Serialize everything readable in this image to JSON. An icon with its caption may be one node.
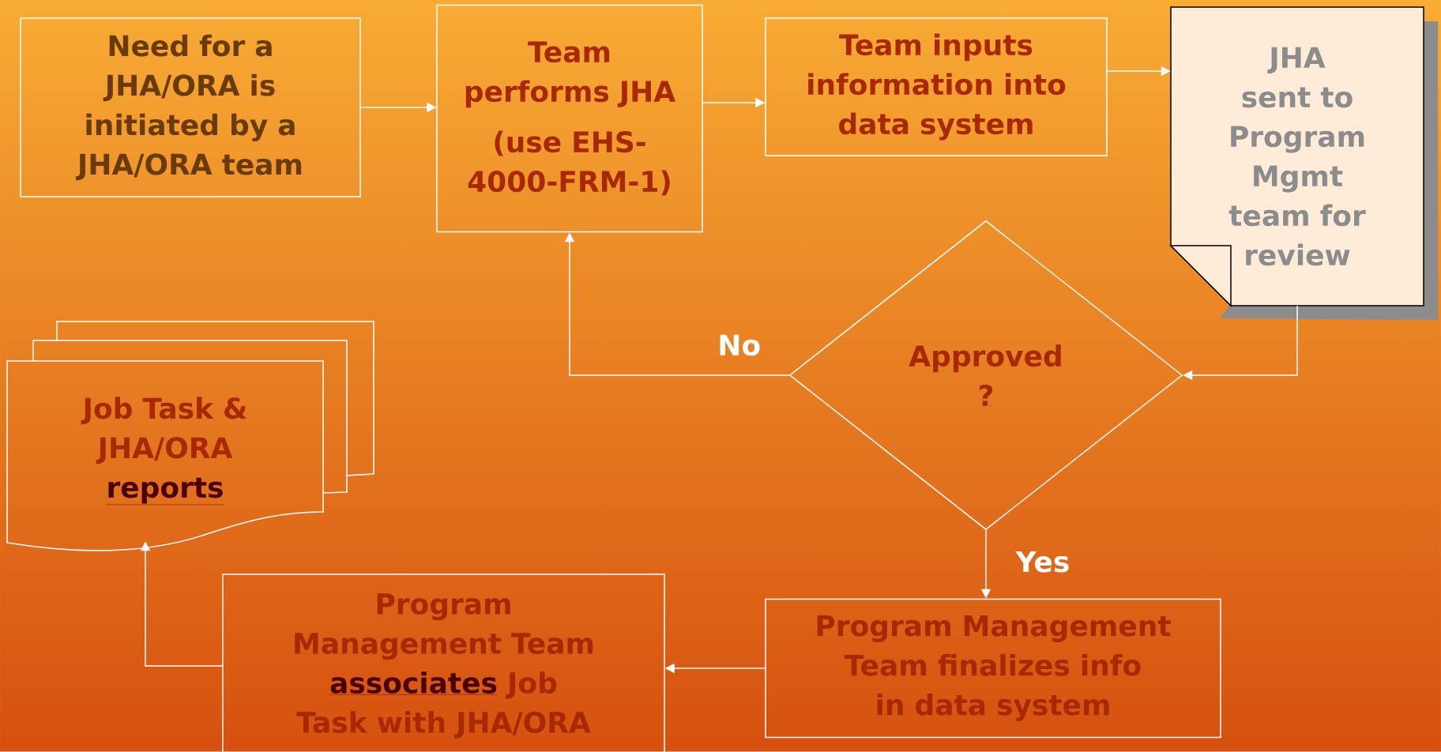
{
  "diagram": {
    "nodes": [
      {
        "text": [
          "Need for a JHA/ORA is initiated by a JHA/ORA team"
        ]
      },
      {
        "text": [
          "Team performs JHA",
          "(use EHS-4000-FRM-1)"
        ]
      },
      {
        "text": [
          "Team inputs information into data system"
        ]
      },
      {
        "text": [
          "JHA sent to Program Mgmt team for review"
        ]
      },
      {
        "text": [
          "Approved ?"
        ]
      },
      {
        "text": [
          "Program Management Team finalizes info in data system"
        ]
      },
      {
        "text": [
          "Program Management Team **associates** Job Task with JHA/ORA"
        ]
      },
      {
        "text": [
          "Job Task & JHA/ORA **reports**"
        ]
      }
    ],
    "edges": [
      {
        "from": 0,
        "to": 1,
        "arrow": "to"
      },
      {
        "from": 1,
        "to": 2,
        "arrow": "to"
      },
      {
        "from": 2,
        "to": 3,
        "arrow": "to"
      },
      {
        "from": 3,
        "to": 4,
        "arrow": "to"
      },
      {
        "from": 4,
        "to": 1,
        "arrow": "to",
        "label": "No"
      },
      {
        "from": 4,
        "to": 5,
        "arrow": "to",
        "label": "Yes"
      },
      {
        "from": 5,
        "to": 6,
        "arrow": "to"
      },
      {
        "from": 6,
        "to": 7,
        "arrow": "to"
      }
    ]
  }
}
